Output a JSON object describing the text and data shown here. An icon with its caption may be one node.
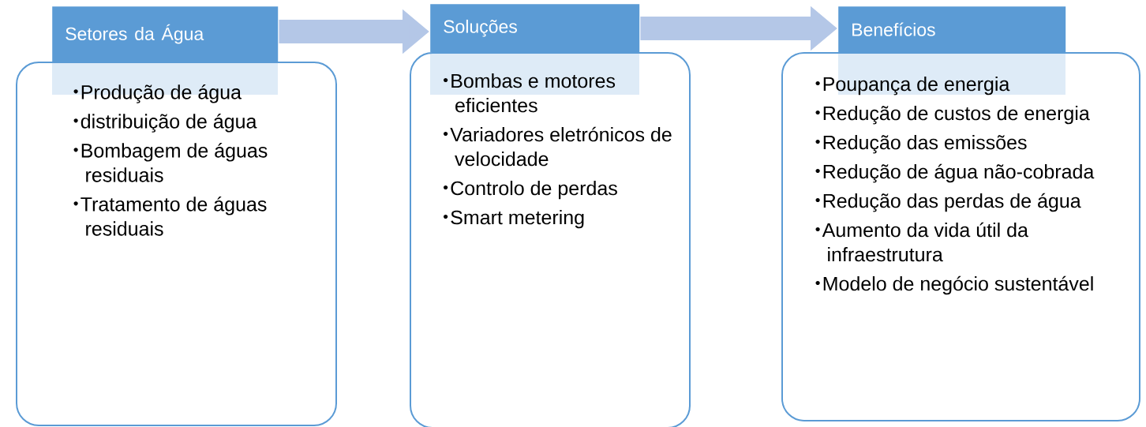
{
  "diagram": {
    "nodes": [
      {
        "text": [
          "Setores da Água"
        ]
      },
      {
        "text": [
          "Produção de água",
          "distribuição de água",
          "Bombagem de águas residuais",
          "Tratamento de águas residuais"
        ]
      },
      {
        "text": [
          "Soluções"
        ]
      },
      {
        "text": [
          "Bombas e motores eficientes",
          "Variadores eletrónicos de velocidade",
          "Controlo de perdas",
          "Smart metering"
        ]
      },
      {
        "text": [
          "Benefícios"
        ]
      },
      {
        "text": [
          "Poupança de energia",
          "Redução de custos de energia",
          "Redução das emissões",
          "Redução de água não-cobrada",
          "Redução das perdas de água",
          "Aumento da vida útil da infraestrutura",
          "Modelo de negócio sustentável"
        ]
      }
    ],
    "edges": [
      {
        "from": 0,
        "to": 2,
        "arrow": "to"
      },
      {
        "from": 2,
        "to": 4,
        "arrow": "to"
      }
    ]
  }
}
